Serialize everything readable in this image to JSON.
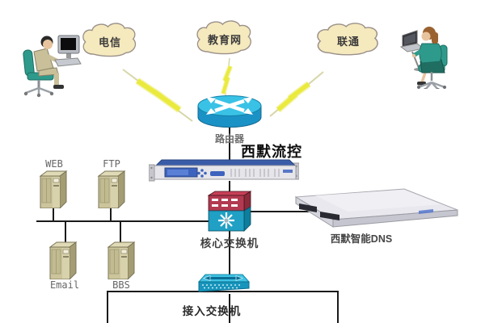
{
  "diagram_title": "network-topology",
  "clouds": [
    {
      "id": "telecom",
      "label": "电信"
    },
    {
      "id": "education",
      "label": "教育网"
    },
    {
      "id": "unicom",
      "label": "联通"
    }
  ],
  "router": {
    "label": "路由器"
  },
  "flow_control": {
    "label": "西默流控"
  },
  "core_switch": {
    "label": "核心交换机"
  },
  "dns_server": {
    "label": "西默智能DNS"
  },
  "access_switch": {
    "label": "接入交换机"
  },
  "servers": [
    {
      "id": "web",
      "label": "WEB"
    },
    {
      "id": "ftp",
      "label": "FTP"
    },
    {
      "id": "email",
      "label": "Email"
    },
    {
      "id": "bbs",
      "label": "BBS"
    }
  ],
  "icons": {
    "person_desktop": "person-at-desktop-icon",
    "person_laptop": "person-with-laptop-icon",
    "cloud": "cloud-icon",
    "lightning": "lightning-bolt-icon",
    "router": "router-icon",
    "flow_control_appliance": "rack-appliance-icon",
    "core_switch": "core-switch-icon",
    "dns_server": "rack-server-icon",
    "access_switch": "access-switch-icon",
    "server_tower": "server-tower-icon"
  },
  "colors": {
    "cloud_fill": "#F5E9BE",
    "cloud_outline": "#9A9088",
    "lightning_yellow": "#EAEA3E",
    "router_cyan": "#39C2E6",
    "core_switch_red": "#B23A50",
    "core_switch_teal": "#1FA0C4",
    "access_switch_cyan": "#3FC4E4",
    "rack_blue": "#3A5CA8",
    "server_beige": "#CCC59C",
    "dns_gray": "#E8E8EE",
    "connector_line": "#1A1A1A"
  }
}
